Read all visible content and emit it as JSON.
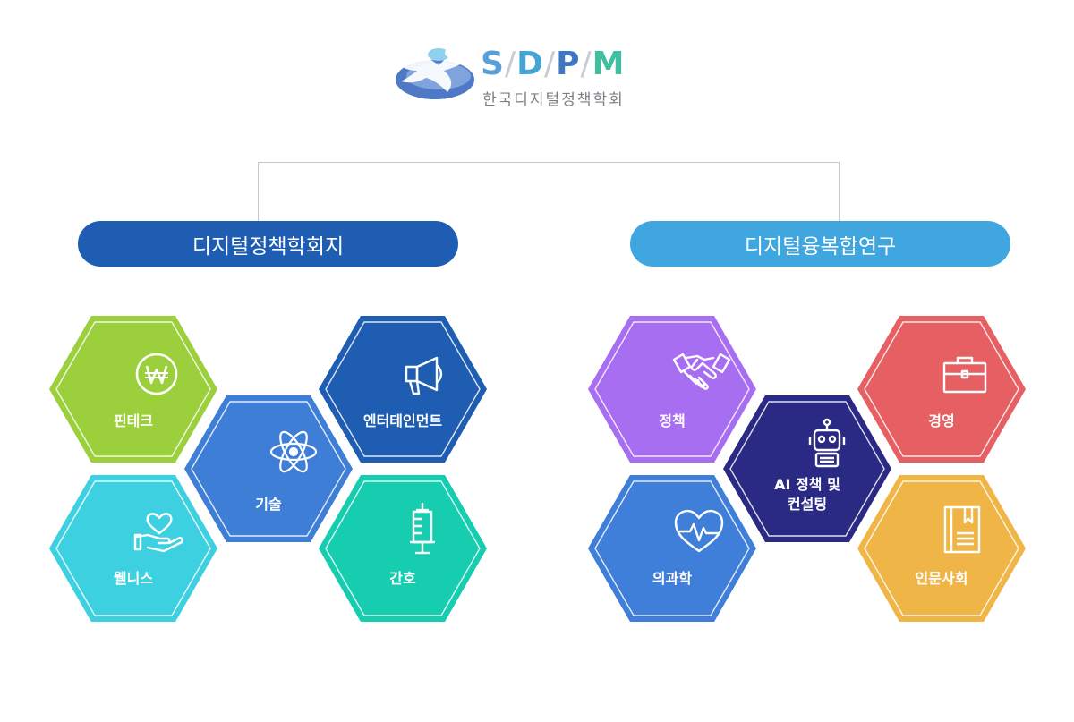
{
  "logo": {
    "letters": [
      "S",
      "D",
      "P",
      "M"
    ],
    "subtitle": "한국디지털정책학회"
  },
  "groups": [
    {
      "title": "디지털정책학회지",
      "color": "#1f5db3"
    },
    {
      "title": "디지털융복합연구",
      "color": "#3fa6e0"
    }
  ],
  "hexes": [
    {
      "label": "핀테크",
      "color": "#9ccf3c",
      "icon": "won-coin-icon"
    },
    {
      "label": "기술",
      "color": "#3e7ed6",
      "icon": "atom-icon"
    },
    {
      "label": "엔터테인먼트",
      "color": "#1f5db3",
      "icon": "megaphone-icon"
    },
    {
      "label": "웰니스",
      "color": "#3dd0e0",
      "icon": "heart-hand-icon"
    },
    {
      "label": "간호",
      "color": "#17cdb0",
      "icon": "syringe-icon"
    },
    {
      "label": "정책",
      "color": "#a86ef2",
      "icon": "handshake-icon"
    },
    {
      "label": "AI 정책 및\n컨설팅",
      "color": "#2a2a85",
      "icon": "robot-icon"
    },
    {
      "label": "경영",
      "color": "#e65f63",
      "icon": "briefcase-icon"
    },
    {
      "label": "의과학",
      "color": "#3f7ed9",
      "icon": "heartbeat-icon"
    },
    {
      "label": "인문사회",
      "color": "#f0b547",
      "icon": "book-icon"
    }
  ]
}
